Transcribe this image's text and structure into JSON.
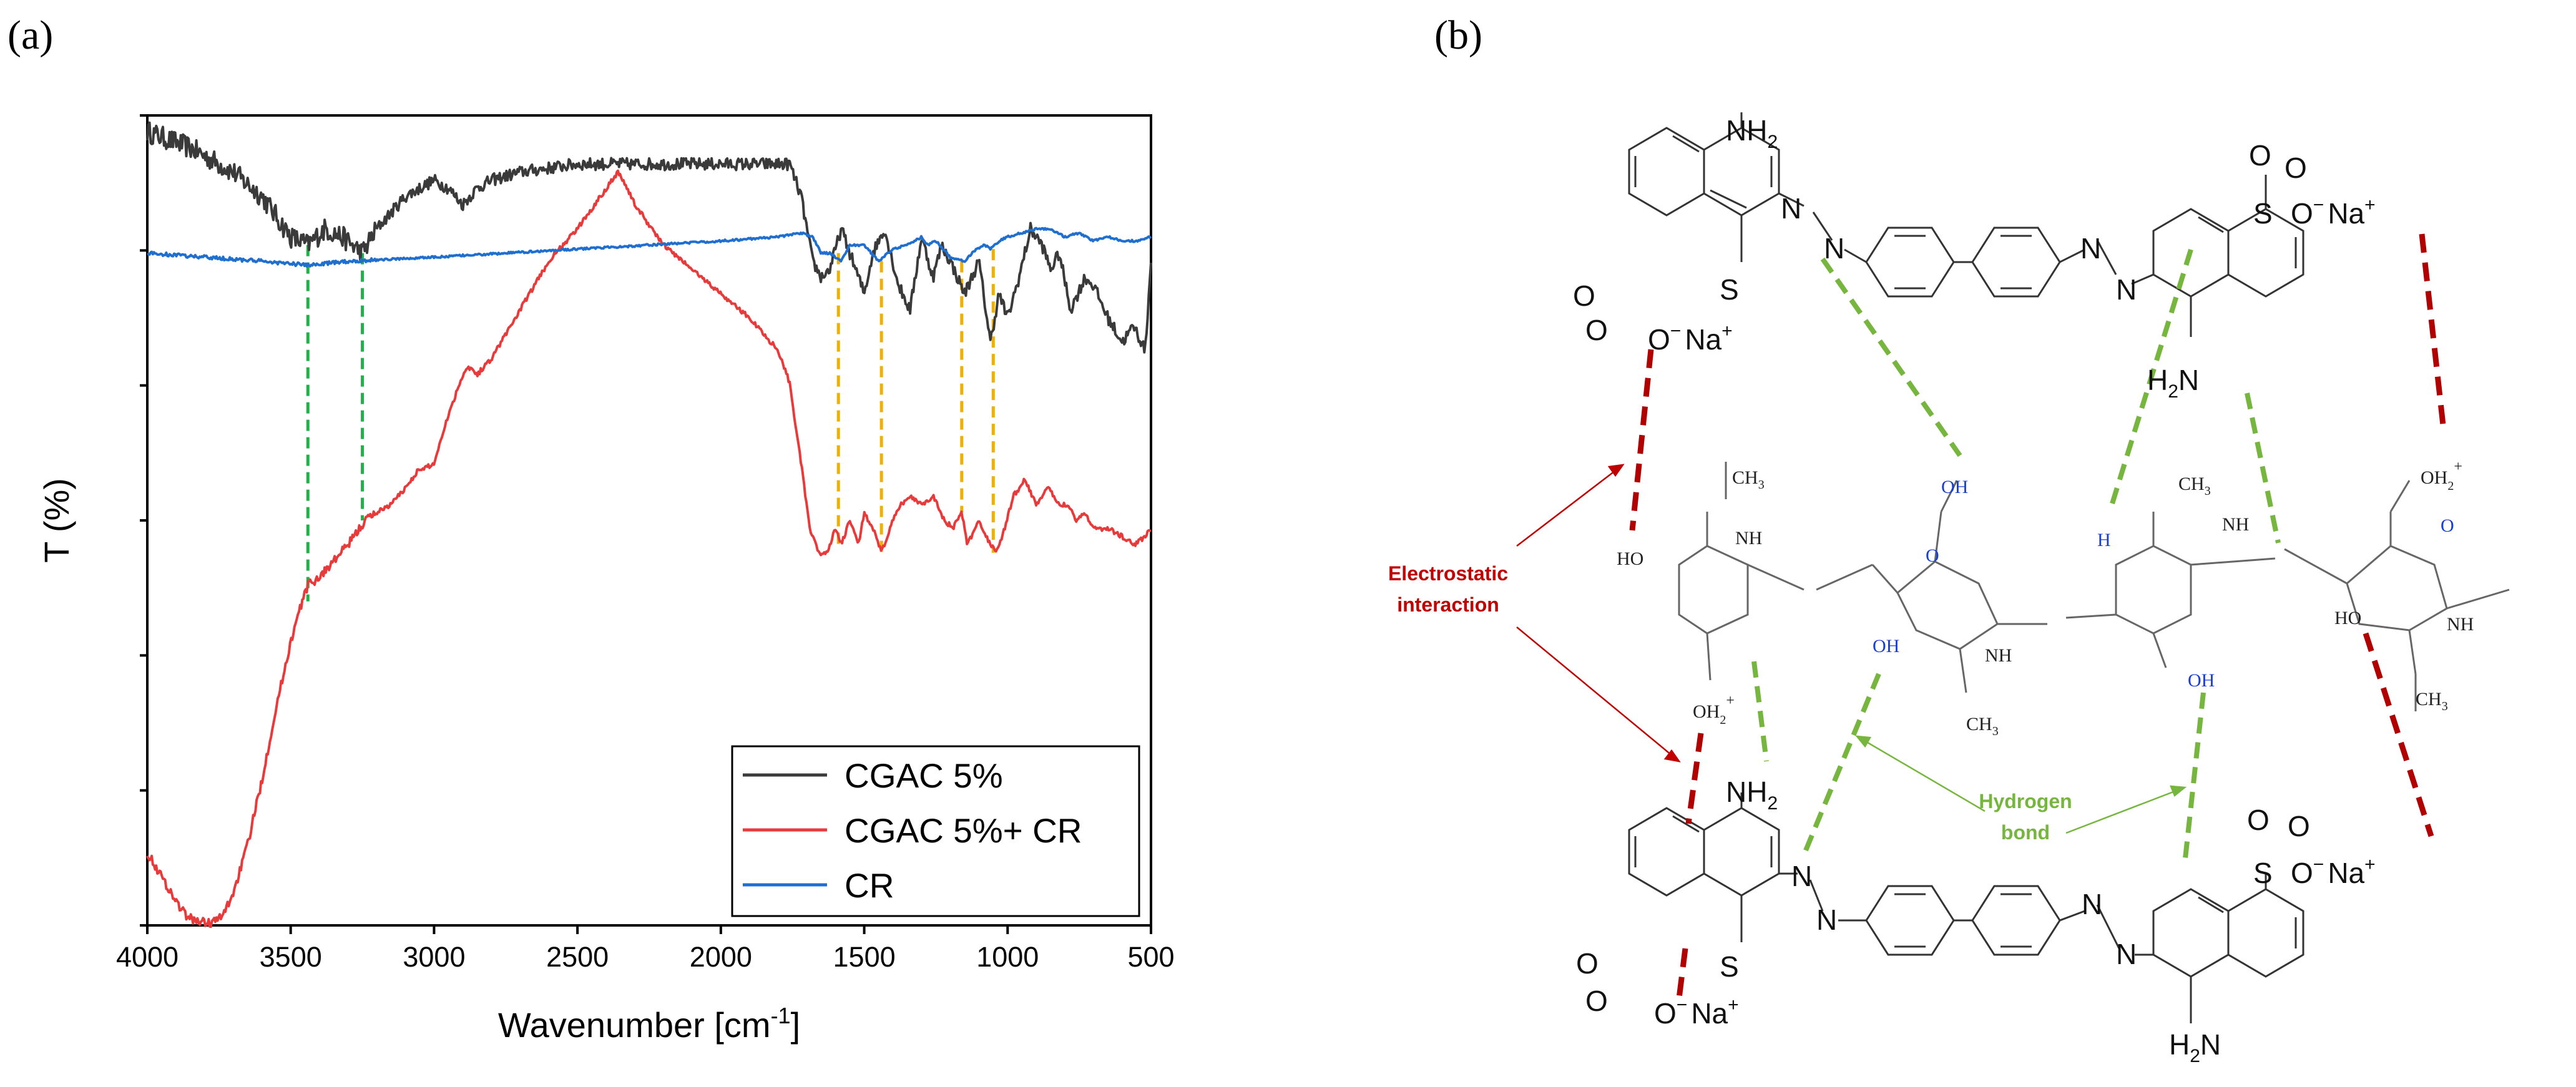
{
  "figure": {
    "panel_a_label": "(a)",
    "panel_b_label": "(b)"
  },
  "chart_data": {
    "type": "line",
    "title": "",
    "xlabel": "Wavenumber [cm-1]",
    "xlabel_main": "Wavenumber [cm",
    "xlabel_sup": "-1",
    "xlabel_close": "]",
    "ylabel": "T (%)",
    "xlim": [
      4000,
      500
    ],
    "x_reversed": true,
    "xticks": [
      "4000",
      "3500",
      "3000",
      "2500",
      "2000",
      "1500",
      "1000",
      "500"
    ],
    "ylim": [
      0,
      100
    ],
    "yticks_count": 6,
    "grid": false,
    "legend_position": "bottom-right",
    "series": [
      {
        "name": "CGAC 5%",
        "color": "#3a3a3a",
        "noise": 1.5,
        "points": [
          [
            4000,
            98
          ],
          [
            3850,
            96
          ],
          [
            3700,
            93
          ],
          [
            3600,
            90
          ],
          [
            3500,
            85
          ],
          [
            3440,
            84
          ],
          [
            3380,
            86
          ],
          [
            3320,
            85
          ],
          [
            3250,
            83
          ],
          [
            3200,
            86
          ],
          [
            3100,
            90
          ],
          [
            3000,
            92
          ],
          [
            2950,
            91
          ],
          [
            2900,
            89
          ],
          [
            2850,
            91
          ],
          [
            2800,
            92
          ],
          [
            2700,
            93
          ],
          [
            2500,
            94
          ],
          [
            2200,
            94
          ],
          [
            1900,
            94
          ],
          [
            1760,
            94
          ],
          [
            1720,
            90
          ],
          [
            1680,
            82
          ],
          [
            1650,
            80
          ],
          [
            1620,
            81
          ],
          [
            1580,
            86
          ],
          [
            1550,
            83
          ],
          [
            1500,
            78
          ],
          [
            1470,
            83
          ],
          [
            1430,
            86
          ],
          [
            1380,
            79
          ],
          [
            1340,
            76
          ],
          [
            1300,
            85
          ],
          [
            1260,
            80
          ],
          [
            1230,
            84
          ],
          [
            1200,
            82
          ],
          [
            1150,
            78
          ],
          [
            1100,
            82
          ],
          [
            1060,
            72
          ],
          [
            1030,
            78
          ],
          [
            1000,
            75
          ],
          [
            960,
            80
          ],
          [
            920,
            86
          ],
          [
            880,
            84
          ],
          [
            850,
            81
          ],
          [
            820,
            83
          ],
          [
            780,
            76
          ],
          [
            730,
            80
          ],
          [
            700,
            79
          ],
          [
            650,
            75
          ],
          [
            600,
            72
          ],
          [
            560,
            74
          ],
          [
            520,
            71
          ],
          [
            500,
            82
          ]
        ]
      },
      {
        "name": "CGAC 5%+ CR",
        "color": "#e83a3a",
        "noise": 0.6,
        "points": [
          [
            4000,
            9
          ],
          [
            3950,
            6
          ],
          [
            3900,
            3
          ],
          [
            3860,
            1
          ],
          [
            3820,
            0.5
          ],
          [
            3780,
            0.3
          ],
          [
            3740,
            1
          ],
          [
            3700,
            4
          ],
          [
            3650,
            10
          ],
          [
            3600,
            18
          ],
          [
            3550,
            27
          ],
          [
            3500,
            35
          ],
          [
            3460,
            40
          ],
          [
            3440,
            42
          ],
          [
            3400,
            43
          ],
          [
            3350,
            45
          ],
          [
            3300,
            47
          ],
          [
            3260,
            49
          ],
          [
            3240,
            50
          ],
          [
            3200,
            51
          ],
          [
            3150,
            52
          ],
          [
            3100,
            54
          ],
          [
            3060,
            56
          ],
          [
            3000,
            57
          ],
          [
            2960,
            62
          ],
          [
            2900,
            68
          ],
          [
            2880,
            69
          ],
          [
            2850,
            68
          ],
          [
            2800,
            70
          ],
          [
            2700,
            76
          ],
          [
            2600,
            82
          ],
          [
            2500,
            86
          ],
          [
            2420,
            90
          ],
          [
            2380,
            92
          ],
          [
            2360,
            93
          ],
          [
            2340,
            92
          ],
          [
            2300,
            89
          ],
          [
            2200,
            84
          ],
          [
            2100,
            81
          ],
          [
            2000,
            78
          ],
          [
            1900,
            75
          ],
          [
            1800,
            71
          ],
          [
            1760,
            67
          ],
          [
            1720,
            57
          ],
          [
            1690,
            49
          ],
          [
            1660,
            46
          ],
          [
            1630,
            46
          ],
          [
            1600,
            49
          ],
          [
            1580,
            47
          ],
          [
            1550,
            50
          ],
          [
            1520,
            47
          ],
          [
            1500,
            51
          ],
          [
            1470,
            49
          ],
          [
            1440,
            46
          ],
          [
            1400,
            50
          ],
          [
            1370,
            52
          ],
          [
            1340,
            53
          ],
          [
            1300,
            52
          ],
          [
            1260,
            53
          ],
          [
            1220,
            50
          ],
          [
            1190,
            49
          ],
          [
            1160,
            51
          ],
          [
            1140,
            47
          ],
          [
            1100,
            50
          ],
          [
            1060,
            47
          ],
          [
            1040,
            46
          ],
          [
            1010,
            49
          ],
          [
            980,
            53
          ],
          [
            940,
            55
          ],
          [
            900,
            52
          ],
          [
            860,
            54
          ],
          [
            820,
            52
          ],
          [
            790,
            52
          ],
          [
            760,
            50
          ],
          [
            730,
            51
          ],
          [
            700,
            49
          ],
          [
            650,
            49
          ],
          [
            600,
            48
          ],
          [
            560,
            47
          ],
          [
            520,
            48
          ],
          [
            500,
            49
          ]
        ]
      },
      {
        "name": "CR",
        "color": "#1f6fd1",
        "noise": 0.25,
        "points": [
          [
            4000,
            83
          ],
          [
            3800,
            82.5
          ],
          [
            3600,
            82
          ],
          [
            3440,
            81.5
          ],
          [
            3300,
            82
          ],
          [
            3000,
            82.5
          ],
          [
            2500,
            83.5
          ],
          [
            2000,
            84.5
          ],
          [
            1800,
            85
          ],
          [
            1720,
            85.5
          ],
          [
            1680,
            85
          ],
          [
            1650,
            83
          ],
          [
            1620,
            83
          ],
          [
            1580,
            82
          ],
          [
            1550,
            84
          ],
          [
            1500,
            84
          ],
          [
            1450,
            82
          ],
          [
            1400,
            83.5
          ],
          [
            1350,
            84
          ],
          [
            1300,
            85
          ],
          [
            1280,
            84
          ],
          [
            1250,
            84.5
          ],
          [
            1200,
            82.5
          ],
          [
            1150,
            82
          ],
          [
            1110,
            83.5
          ],
          [
            1080,
            84
          ],
          [
            1060,
            83.5
          ],
          [
            1030,
            84.5
          ],
          [
            1000,
            85
          ],
          [
            950,
            85.5
          ],
          [
            900,
            86
          ],
          [
            850,
            86
          ],
          [
            800,
            85
          ],
          [
            750,
            85.5
          ],
          [
            700,
            84.5
          ],
          [
            650,
            85
          ],
          [
            600,
            84.5
          ],
          [
            550,
            84.5
          ],
          [
            500,
            85
          ]
        ]
      }
    ],
    "vertical_markers": [
      {
        "x": 3440,
        "from": 40,
        "to": 84,
        "color": "#22b04a"
      },
      {
        "x": 3250,
        "from": 50,
        "to": 83,
        "color": "#22b04a"
      },
      {
        "x": 1590,
        "from": 47,
        "to": 83,
        "color": "#f0b000"
      },
      {
        "x": 1440,
        "from": 46,
        "to": 82,
        "color": "#f0b000"
      },
      {
        "x": 1160,
        "from": 51,
        "to": 82,
        "color": "#f0b000"
      },
      {
        "x": 1050,
        "from": 46,
        "to": 83.5,
        "color": "#f0b000"
      }
    ]
  },
  "diagram_b": {
    "nh2_top_left": "NH",
    "nh2_top_left_sub": "2",
    "s_top_right": "S",
    "o_top_right_a": "O",
    "o_top_right_b": "O",
    "ona_top_right": "O",
    "ona_top_right_minus": "−",
    "na_top_right": "Na",
    "na_top_right_plus": "+",
    "s_top_left": "S",
    "o_top_left_a": "O",
    "o_top_left_b": "O",
    "ona_top_left": "O",
    "ona_top_left_minus": "−",
    "na_top_left": "Na",
    "na_top_left_plus": "+",
    "h2n_top_right": "H",
    "h2n_top_right_sub": "2",
    "h2n_top_right_n": "N",
    "n_azo_1": "N",
    "n_azo_2": "N",
    "n_azo_3": "N",
    "n_azo_4": "N",
    "electrostatic_1": "Electrostatic",
    "electrostatic_2": "interaction",
    "hydrogen_1": "Hydrogen",
    "hydrogen_2": "bond",
    "ch3_1": "CH",
    "ch3_1_sub": "3",
    "ch3_2": "CH",
    "ch3_2_sub": "3",
    "ch3_3": "CH",
    "ch3_3_sub": "3",
    "ch3_4": "CH",
    "ch3_4_sub": "3",
    "nh_1": "NH",
    "nh_2": "NH",
    "nh_3": "NH",
    "nh_4": "NH",
    "oh_label": "OH",
    "oh2_label": "OH",
    "oh2_sub": "2",
    "oh2_plus": "+",
    "ho_label": "HO",
    "h_label": "H",
    "o_label": "O",
    "nh2_bottom_left": "NH",
    "nh2_bottom_left_sub": "2",
    "h2n_bottom_right": "H",
    "h2n_bottom_right_sub": "2",
    "h2n_bottom_right_n": "N",
    "s_bottom_right": "S",
    "s_bottom_left": "S",
    "o_generic": "O",
    "na_bottom_right": "Na",
    "na_bottom_left": "Na",
    "minus": "−",
    "plus": "+"
  }
}
